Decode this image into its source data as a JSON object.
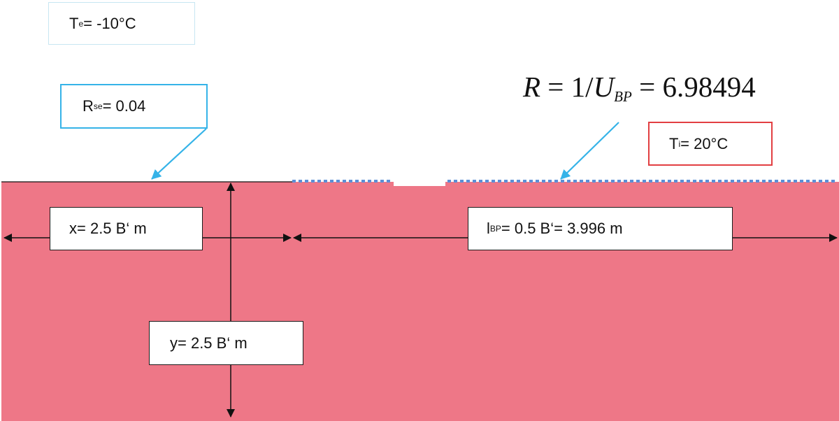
{
  "labels": {
    "te": {
      "symbol": "T",
      "sub": "e",
      "rest": " = -10°C"
    },
    "rse": {
      "symbol": "R",
      "sub": "se",
      "rest": "= 0.04"
    },
    "ti": {
      "symbol": "T",
      "sub": "i",
      "rest": " = 20°C"
    },
    "x": {
      "text": "x= 2.5 B‘ m"
    },
    "lbp": {
      "symbol": "l",
      "sub": "BP",
      "rest": "= 0.5 B‘= 3.996 m"
    },
    "y": {
      "text": "y= 2.5 B‘ m"
    }
  },
  "formula": {
    "lhs": "R",
    "eq1": " = 1/",
    "u": "U",
    "sub": "BP",
    "eq2": " = 6.98494"
  },
  "colors": {
    "ground_fill": "#ee7787",
    "arrow_blue": "#35b3e8",
    "dotted_blue": "#5b8fd6",
    "rse_border": "#35b3e8",
    "ti_border": "#e23f42",
    "te_border": "#c7e6f2"
  }
}
